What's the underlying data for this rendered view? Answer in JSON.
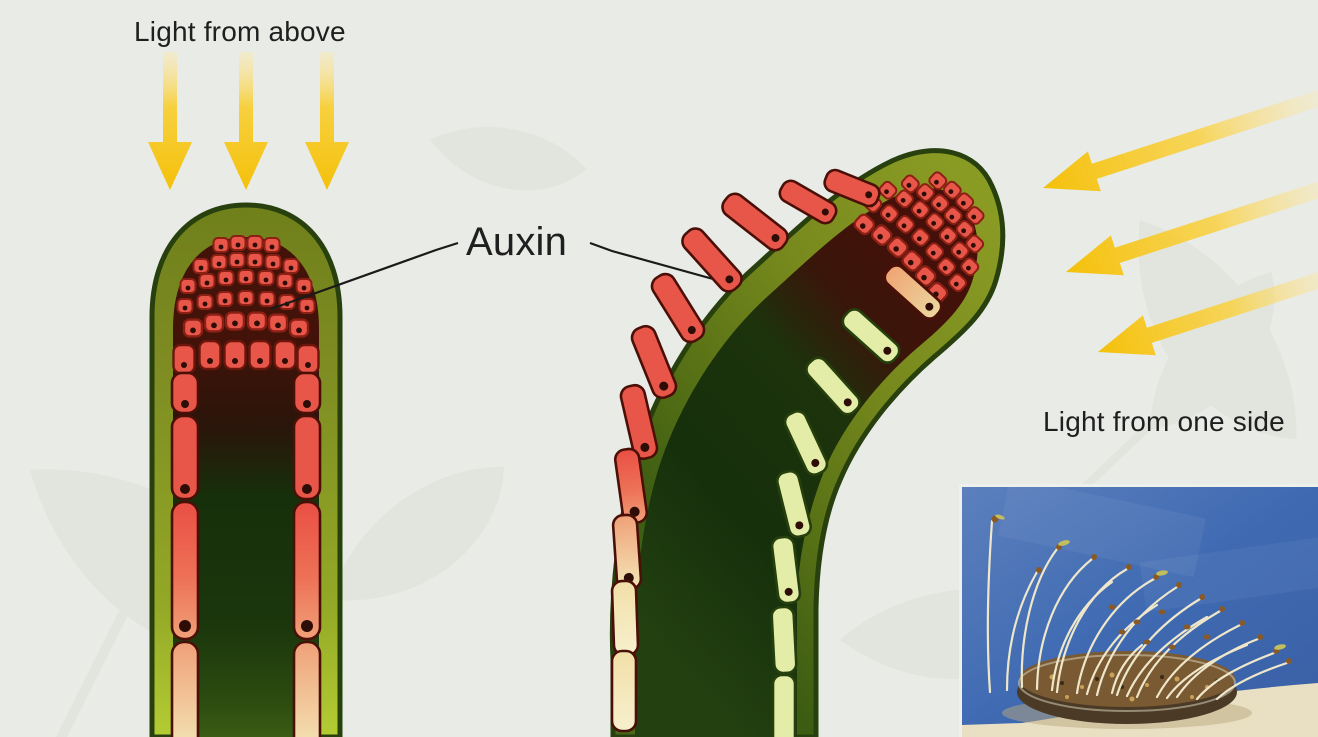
{
  "labels": {
    "light_above": "Light from above",
    "auxin": "Auxin",
    "light_side": "Light from one side"
  },
  "icons": {
    "down_arrow": "light-ray-down-arrow-icon",
    "side_arrow": "light-ray-side-arrow-icon"
  },
  "colors": {
    "background": "#e9ebe7",
    "leaf_shadow": "#dde1d8",
    "label_text": "#1f1f1f",
    "arrow_yellow": "#f4c00a",
    "arrow_pale": "#fbeab4",
    "shoot_outline": "#27400e",
    "shoot_band_olive": "#7e8c22",
    "shoot_band_bright": "#b4cc33",
    "tip_interior_maroon": "#431208",
    "stem_interior_green": "#17330c",
    "auxin_cell_red": "#e8564a",
    "cell_salmon": "#f0a078",
    "cell_cream": "#f3e4b4",
    "cell_pale_green": "#e4eda8",
    "photo_sky_blue": "#3f6ab2",
    "photo_table_cream": "#e9e0c4",
    "photo_soil_brown": "#7a5a33",
    "photo_seedling_cream": "#efe7ca",
    "photo_husk_brown": "#8a5a26"
  }
}
